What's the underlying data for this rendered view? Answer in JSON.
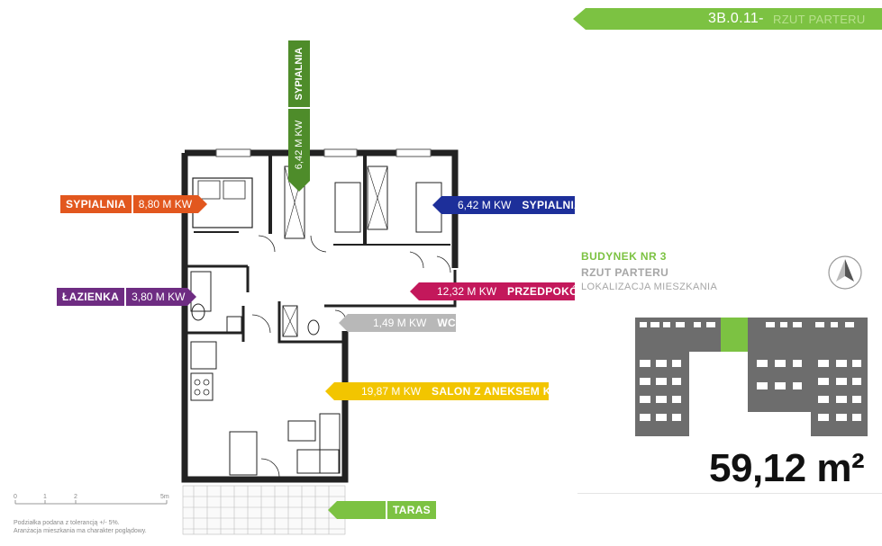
{
  "header": {
    "code": "3B.0.11-",
    "subtitle": "RZUT PARTERU"
  },
  "rooms": {
    "sypialnia_left": {
      "name": "SYPIALNIA",
      "area": "8,80 M KW",
      "color": "#e2571e"
    },
    "sypialnia_top": {
      "name": "SYPIALNIA",
      "area": "6,42 M KW",
      "color": "#4e8c2a"
    },
    "sypialnia_right": {
      "name": "SYPIALNIA",
      "area": "6,42 M KW",
      "color": "#1d2f9a"
    },
    "lazienka": {
      "name": "ŁAZIENKA",
      "area": "3,80 M KW",
      "color": "#6e2c82"
    },
    "przedpokoj": {
      "name": "PRZEDPOKÓJ",
      "area": "12,32 M KW",
      "color": "#c3185b"
    },
    "wc": {
      "name": "WC",
      "area": "1,49 M KW",
      "color": "#b8b8b8"
    },
    "salon": {
      "name": "SALON Z ANEKSEM KUCH.",
      "area": "19,87 M KW",
      "color": "#f2c500"
    },
    "taras": {
      "name": "TARAS",
      "color": "#7cc242"
    }
  },
  "info": {
    "building": "BUDYNEK NR 3",
    "floor": "RZUT PARTERU",
    "location": "LOKALIZACJA MIESZKANIA",
    "total_area": "59,12 m²"
  },
  "scale": {
    "ticks": [
      "0",
      "1",
      "2",
      "5m"
    ]
  },
  "notes": {
    "line1": "Podziałka podana z tolerancją +/- 5%.",
    "line2": "Aranżacja mieszkania ma charakter poglądowy."
  },
  "icons": {
    "compass": "north-arrow-icon"
  }
}
